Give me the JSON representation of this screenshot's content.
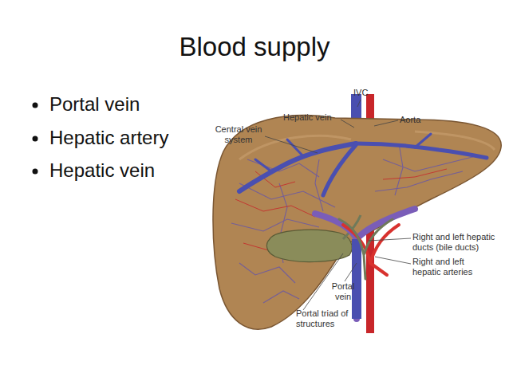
{
  "diagram": {
    "title": "Blood supply",
    "labels": [
      "Portal vein",
      "Hepatic artery",
      "Hepatic vein",
      "IVC",
      "Hepatic vein",
      "Aorta",
      "Central vein system",
      "Right and left hepatic ducts (bile ducts)",
      "Right and left hepatic arteries",
      "Portal vein",
      "Portal triad of structures"
    ]
  }
}
